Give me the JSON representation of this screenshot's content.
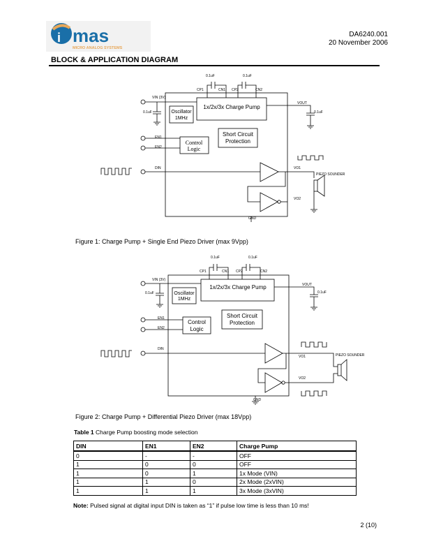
{
  "header": {
    "logo_word": "mas",
    "logo_sub": "MICRO ANALOG SYSTEMS",
    "doc_id": "DA6240.001",
    "date": "20 November 2006",
    "brand_color": "#1a6fa8",
    "accent_color": "#e8a85a"
  },
  "section_title": "BLOCK & APPLICATION DIAGRAM",
  "fig1": {
    "caption": "Figure 1: Charge Pump + Single End Piezo Driver (max 9Vpp)",
    "cap1": "0.1uF",
    "cap2": "0.1uF",
    "cp1": "CP1",
    "cn1": "CN1",
    "cp2": "CP2",
    "cn2": "CN2",
    "vin": "VIN (3V)",
    "vin_cap": "0.1uF",
    "vout": "VOUT",
    "vout_cap": "0.1uF",
    "charge_pump": "1x/2x/3x Charge Pump",
    "osc1": "Oscillator",
    "osc2": "1MHz",
    "ctrl1": "Control",
    "ctrl2": "Logic",
    "scp1": "Short Circuit",
    "scp2": "Protection",
    "en1": "EN1",
    "en2": "EN2",
    "din": "DIN",
    "vo1": "VO1",
    "vo2": "VO2",
    "gnd": "GND",
    "piezo": "PIEZO SOUNDER"
  },
  "fig2": {
    "caption": "Figure 2: Charge Pump + Differential Piezo Driver (max 18Vpp)",
    "cap1": "0.1uF",
    "cap2": "0.1uF",
    "cp1": "CP1",
    "cn1": "CN1",
    "cp2": "CP2",
    "cn2": "CN2",
    "vin": "VIN (3V)",
    "vin_cap": "0.1uF",
    "vout": "VOUT",
    "vout_cap": "0.1uF",
    "charge_pump": "1x/2x/3x Charge Pump",
    "osc1": "Oscillator",
    "osc2": "1MHz",
    "ctrl1": "Control",
    "ctrl2": "Logic",
    "scp1": "Short Circuit",
    "scp2": "Protection",
    "en1": "EN1",
    "en2": "EN2",
    "din": "DIN",
    "vo1": "VO1",
    "vo2": "VO2",
    "gnd": "GND",
    "piezo": "PIEZO SOUNDER"
  },
  "table": {
    "label": "Table 1",
    "caption": " Charge Pump boosting mode selection",
    "headers": [
      "DIN",
      "EN1",
      "EN2",
      "Charge Pump"
    ],
    "rows": [
      [
        "0",
        "-",
        "-",
        "OFF"
      ],
      [
        "1",
        "0",
        "0",
        "OFF"
      ],
      [
        "1",
        "0",
        "1",
        "1x Mode (VIN)"
      ],
      [
        "1",
        "1",
        "0",
        "2x Mode (2xVIN)"
      ],
      [
        "1",
        "1",
        "1",
        "3x Mode (3xVIN)"
      ]
    ]
  },
  "note": {
    "label": "Note:",
    "text": " Pulsed signal at digital input DIN is taken as “1” if pulse low time is less than 10 ms!"
  },
  "page_number": "2 (10)"
}
